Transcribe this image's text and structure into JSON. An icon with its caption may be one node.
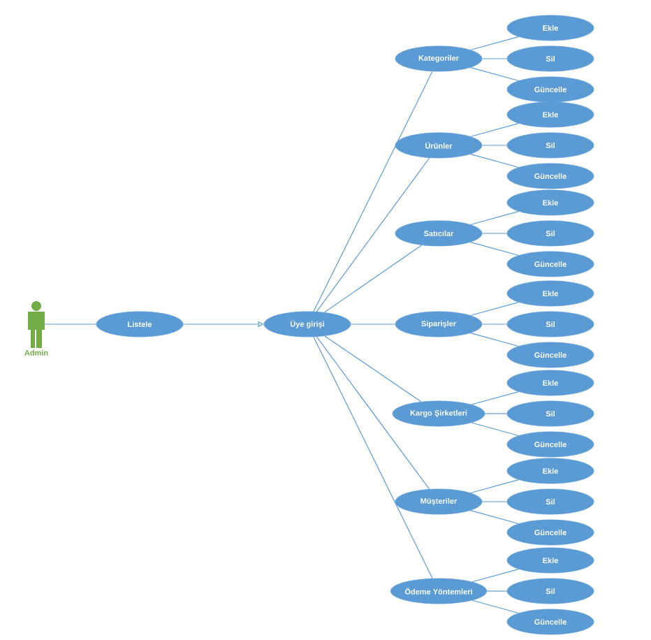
{
  "diagram": {
    "nodes": [
      {
        "text": [
          "Admin"
        ]
      },
      {
        "text": [
          "Listele"
        ]
      },
      {
        "text": [
          "Üye girişi"
        ]
      },
      {
        "text": [
          "Kategoriler"
        ]
      },
      {
        "text": [
          "Ekle"
        ]
      },
      {
        "text": [
          "Sil"
        ]
      },
      {
        "text": [
          "Güncelle"
        ]
      },
      {
        "text": [
          "Ürünler"
        ]
      },
      {
        "text": [
          "Ekle"
        ]
      },
      {
        "text": [
          "Sil"
        ]
      },
      {
        "text": [
          "Güncelle"
        ]
      },
      {
        "text": [
          "Satıcılar"
        ]
      },
      {
        "text": [
          "Ekle"
        ]
      },
      {
        "text": [
          "Sil"
        ]
      },
      {
        "text": [
          "Güncelle"
        ]
      },
      {
        "text": [
          "Siparişler"
        ]
      },
      {
        "text": [
          "Ekle"
        ]
      },
      {
        "text": [
          "Sil"
        ]
      },
      {
        "text": [
          "Güncelle"
        ]
      },
      {
        "text": [
          "Kargo Şirketleri"
        ]
      },
      {
        "text": [
          "Ekle"
        ]
      },
      {
        "text": [
          "Sil"
        ]
      },
      {
        "text": [
          "Güncelle"
        ]
      },
      {
        "text": [
          "Müşteriler"
        ]
      },
      {
        "text": [
          "Ekle"
        ]
      },
      {
        "text": [
          "Sil"
        ]
      },
      {
        "text": [
          "Güncelle"
        ]
      },
      {
        "text": [
          "Ödeme Yöntemleri"
        ]
      },
      {
        "text": [
          "Ekle"
        ]
      },
      {
        "text": [
          "Sil"
        ]
      },
      {
        "text": [
          "Güncelle"
        ]
      }
    ],
    "edges": [
      {
        "from": 0,
        "to": 1,
        "arrow": "none"
      },
      {
        "from": 1,
        "to": 2,
        "arrow": "to"
      },
      {
        "from": 2,
        "to": 3,
        "arrow": "none"
      },
      {
        "from": 2,
        "to": 7,
        "arrow": "none"
      },
      {
        "from": 2,
        "to": 11,
        "arrow": "none"
      },
      {
        "from": 2,
        "to": 15,
        "arrow": "none"
      },
      {
        "from": 2,
        "to": 19,
        "arrow": "none"
      },
      {
        "from": 2,
        "to": 23,
        "arrow": "none"
      },
      {
        "from": 2,
        "to": 27,
        "arrow": "none"
      },
      {
        "from": 3,
        "to": 4,
        "arrow": "none"
      },
      {
        "from": 3,
        "to": 5,
        "arrow": "none"
      },
      {
        "from": 3,
        "to": 6,
        "arrow": "none"
      },
      {
        "from": 7,
        "to": 8,
        "arrow": "none"
      },
      {
        "from": 7,
        "to": 9,
        "arrow": "none"
      },
      {
        "from": 7,
        "to": 10,
        "arrow": "none"
      },
      {
        "from": 11,
        "to": 12,
        "arrow": "none"
      },
      {
        "from": 11,
        "to": 13,
        "arrow": "none"
      },
      {
        "from": 11,
        "to": 14,
        "arrow": "none"
      },
      {
        "from": 15,
        "to": 16,
        "arrow": "none"
      },
      {
        "from": 15,
        "to": 17,
        "arrow": "none"
      },
      {
        "from": 15,
        "to": 18,
        "arrow": "none"
      },
      {
        "from": 19,
        "to": 20,
        "arrow": "none"
      },
      {
        "from": 19,
        "to": 21,
        "arrow": "none"
      },
      {
        "from": 19,
        "to": 22,
        "arrow": "none"
      },
      {
        "from": 23,
        "to": 24,
        "arrow": "none"
      },
      {
        "from": 23,
        "to": 25,
        "arrow": "none"
      },
      {
        "from": 23,
        "to": 26,
        "arrow": "none"
      },
      {
        "from": 27,
        "to": 28,
        "arrow": "none"
      },
      {
        "from": 27,
        "to": 29,
        "arrow": "none"
      },
      {
        "from": 27,
        "to": 30,
        "arrow": "none"
      }
    ]
  }
}
